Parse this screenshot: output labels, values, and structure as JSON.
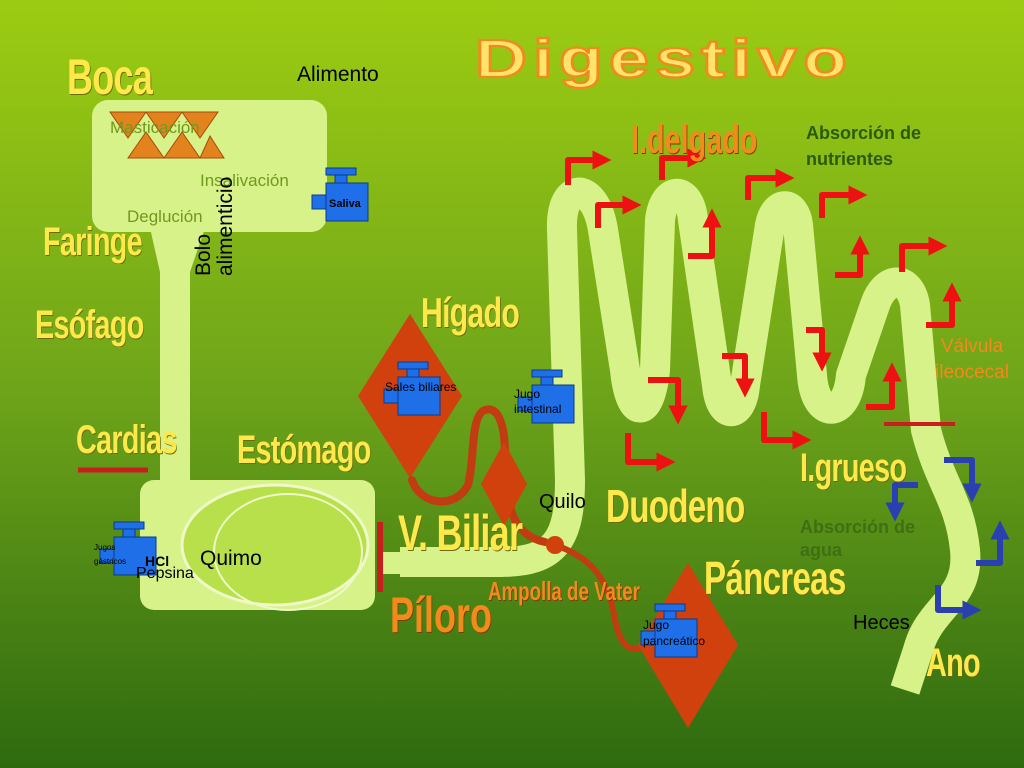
{
  "title": "Digestivo",
  "organs": {
    "boca": "Boca",
    "faringe": "Faringe",
    "esofago": "Esófago",
    "cardias": "Cardias",
    "estomago": "Estómago",
    "piloro": "Píloro",
    "higado": "Hígado",
    "v_biliar": "V. Biliar",
    "duodeno": "Duodeno",
    "pancreas": "Páncreas",
    "ampolla": "Ampolla de Vater",
    "i_delgado": "I.delgado",
    "i_grueso": "I.grueso",
    "ano": "Ano",
    "valvula": "Válvula ileocecal"
  },
  "labels": {
    "alimento": "Alimento",
    "masticacion": "Masticación",
    "insalivacion": "Insalivación",
    "deglucion": "Deglución",
    "bolo": "Bolo alimenticio",
    "quimo": "Quimo",
    "quilo": "Quilo",
    "heces": "Heces",
    "absorcion_nutrientes": "Absorción de nutrientes",
    "absorcion_agua": "Absorción de agua"
  },
  "faucets": {
    "saliva": "Saliva",
    "sales_biliares": "Sales biliares",
    "jugo_intestinal": "Jugo intestinal",
    "jugos_gastricos": "Jugos gástricos",
    "hcl": "HCl",
    "pepsina": "Pepsina",
    "jugo_pancreatico": "Jugo pancreático"
  },
  "colors": {
    "tube": "#d8f28a",
    "organ_red": "#d1410e",
    "faucet_blue": "#1f6fe8",
    "arrow_red": "#ee1111",
    "arrow_blue": "#2a3fb0",
    "title_fill": "#ffe36a",
    "title_stroke": "#f08a1c"
  }
}
